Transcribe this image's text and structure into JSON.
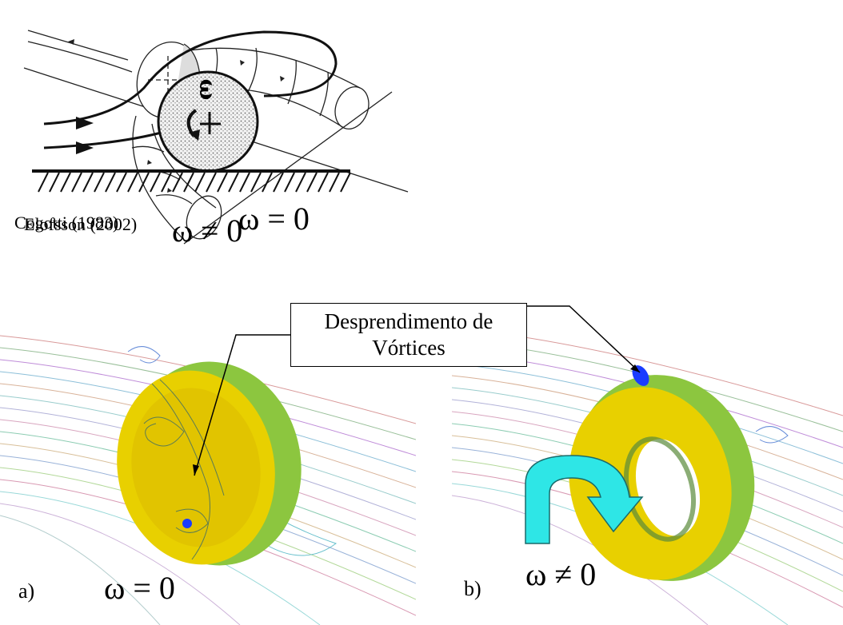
{
  "top_left": {
    "citation": "Elofsson (2002)",
    "omega_label": "ω = 0"
  },
  "top_right": {
    "citation": "Cogotti (1983)",
    "omega_label": "ω ≠ 0",
    "wheel_symbol": "ω"
  },
  "callout": {
    "line1": "Desprendimento de",
    "line2": "Vórtices"
  },
  "bottom_left": {
    "letter": "a)",
    "omega_label": "ω = 0"
  },
  "bottom_right": {
    "letter": "b)",
    "omega_label": "ω ≠ 0"
  },
  "colors": {
    "wheel_yellow": "#e8d000",
    "wheel_green": "#8cc63f",
    "arrow_cyan": "#2ee6e6",
    "vortex_blue": "#1a3cff"
  }
}
